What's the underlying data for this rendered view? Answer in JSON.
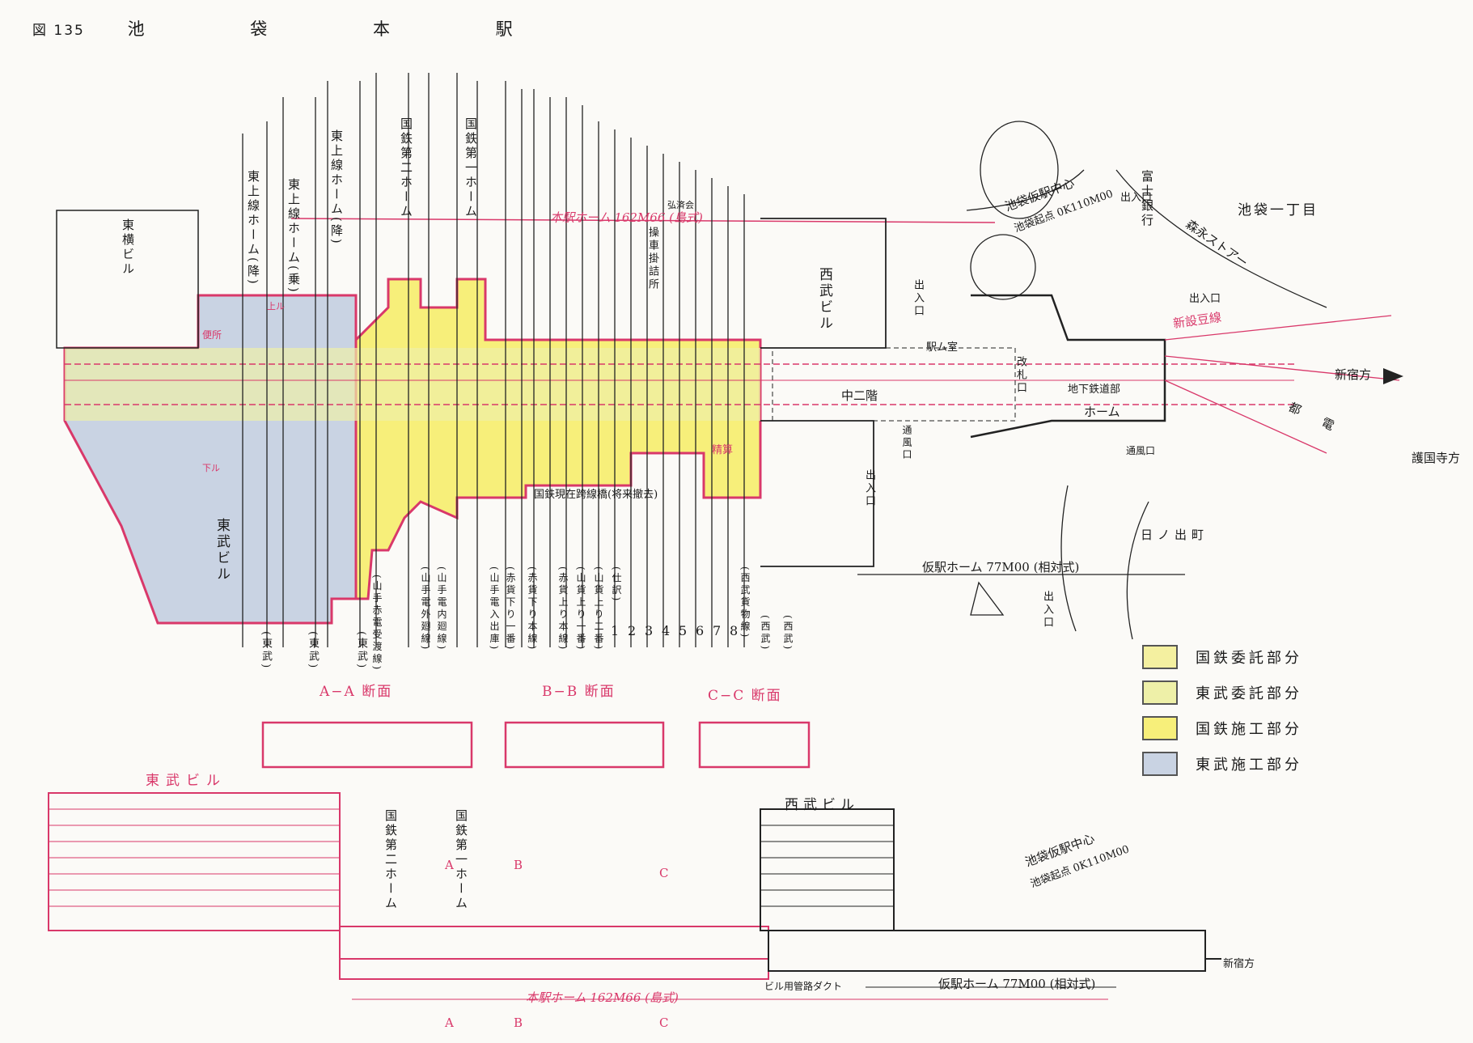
{
  "figure": {
    "number": "図 135",
    "title": "池 袋 本 駅"
  },
  "colors": {
    "pink": "#d9386a",
    "jnr_commissioned": "#f4f0a0",
    "tobu_commissioned": "#eef0a8",
    "jnr_construction": "#f7ef7a",
    "tobu_construction": "#c9d3e3",
    "ink": "#1a1a1a"
  },
  "plan": {
    "platforms": {
      "tojo_alight": "東上線ホーム(降)",
      "tojo_board": "東上線ホーム(乗)",
      "tojo_alight2": "東上線ホーム(降)",
      "jnr_second": "国鉄第二ホーム",
      "jnr_first": "国鉄第一ホーム"
    },
    "buildings": {
      "toyoko": "東横ビル",
      "tobu": "東武ビル",
      "seibu": "西武ビル"
    },
    "main_platform": "本駅ホーム 162M66 (島式)",
    "temp_platform": "仮駅ホーム 77M00 (相対式)",
    "temp_center": "池袋仮駅中心",
    "origin": "池袋起点 0K110M00",
    "new_line": "新設豆線",
    "shinjuku": "新宿方",
    "gokokuji": "護国寺方",
    "toden": "都電",
    "fuji_bank": "富士銀行",
    "morinaga": "森永ストアー",
    "chome": "池袋一丁目",
    "hinode": "日ノ出町",
    "bridge": "国鉄現在跨線橋(将来撤去)",
    "mezzanine": "中二階",
    "underground": "地下鉄道部",
    "home": "ホーム",
    "office": "駅ム室",
    "toilet": "便所",
    "yard_office": "操車掛詰所",
    "kosaikai": "弘済会",
    "tracks": [
      "(東武)",
      "(東武)",
      "(東武)",
      "(山手赤電受渡線)",
      "(山手電外廻線)",
      "(山手電内廻線)",
      "(山手電入出庫)",
      "(赤貨下り一番)",
      "(赤貨下り本線)",
      "(赤貨上り本線)",
      "(山貨上り一番)",
      "(山貨上り二番)",
      "(仕訳)",
      "1",
      "2",
      "3",
      "4",
      "5",
      "6",
      "7",
      "8",
      "(西武貨物線)",
      "(西武)",
      "(西武)"
    ],
    "entrances": [
      "出入口",
      "出入口",
      "出入口",
      "出入口",
      "出入口"
    ],
    "vent": [
      "通風口",
      "通風口"
    ],
    "up": "上ル",
    "down": "下ル",
    "wicket": "改札口",
    "ticket": "精算"
  },
  "sections": {
    "aa": "A−A 断面",
    "bb": "B−B 断面",
    "cc": "C−C 断面"
  },
  "elevation": {
    "tobu": "東武ビル",
    "seibu": "西武ビル",
    "jnr2": "国鉄第二ホーム",
    "jnr1": "国鉄第一ホーム",
    "main": "本駅ホーム 162M66 (島式)",
    "temp": "仮駅ホーム 77M00 (相対式)",
    "duct": "ビル用管路ダクト",
    "center": "池袋仮駅中心",
    "origin": "池袋起点 0K110M00",
    "shinjuku": "新宿方",
    "markers": [
      "A",
      "B",
      "C",
      "A",
      "B",
      "C"
    ]
  },
  "legend": [
    {
      "label": "国鉄委託部分",
      "color": "#f4f0a0"
    },
    {
      "label": "東武委託部分",
      "color": "#eef0a8"
    },
    {
      "label": "国鉄施工部分",
      "color": "#f7ef7a"
    },
    {
      "label": "東武施工部分",
      "color": "#c9d3e3"
    }
  ]
}
